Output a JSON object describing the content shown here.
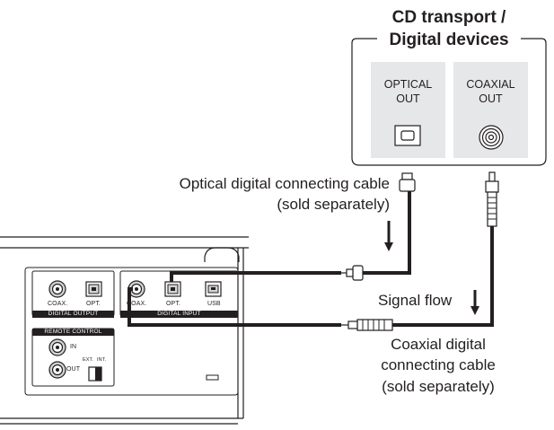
{
  "source_device": {
    "title_line1": "CD transport /",
    "title_line2": "Digital devices",
    "optical_out_line1": "OPTICAL",
    "optical_out_line2": "OUT",
    "coaxial_out_line1": "COAXIAL",
    "coaxial_out_line2": "OUT"
  },
  "cables": {
    "optical_line1": "Optical digital connecting cable",
    "optical_line2": "(sold separately)",
    "coaxial_line1": "Coaxial digital",
    "coaxial_line2": "connecting cable",
    "coaxial_line3": "(sold separately)"
  },
  "signal_flow_label": "Signal flow",
  "rear_panel": {
    "coax_label": "COAX.",
    "opt_label": "OPT.",
    "digital_output_label": "DIGITAL OUTPUT",
    "input_coax_label": "COAX.",
    "input_opt_label": "OPT.",
    "usb_label": "USB",
    "digital_input_label": "DIGITAL INPUT",
    "remote_control_label": "REMOTE CONTROL",
    "in_label": "IN",
    "out_label": "OUT",
    "ext_label": "EXT.",
    "int_label": "INT."
  },
  "colors": {
    "line": "#231f20",
    "device_fill": "#e6e7e8",
    "port_fill": "#d1d3d4"
  }
}
